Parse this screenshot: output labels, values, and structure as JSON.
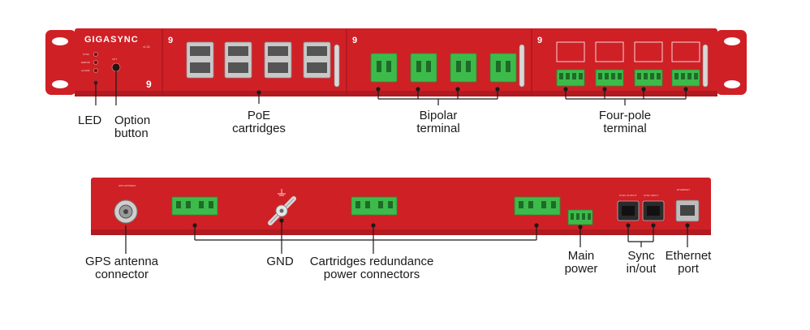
{
  "brand": {
    "name": "GIGASYNC",
    "model": "v1.30",
    "mark": "9"
  },
  "colors": {
    "chassis": "#cf2026",
    "chassis_dark": "#b01a20",
    "terminal_green": "#3dbb4a",
    "text": "#1a1a1a"
  },
  "front_panel": {
    "led_labels": [
      "SYNC",
      "ERROR",
      "ALARM"
    ],
    "option_label": "OPT",
    "callouts": {
      "led": "LED",
      "option_line1": "Option",
      "option_line2": "button",
      "poe_line1": "PoE",
      "poe_line2": "cartridges",
      "bipolar_line1": "Bipolar",
      "bipolar_line2": "terminal",
      "fourpole_line1": "Four-pole",
      "fourpole_line2": "terminal"
    }
  },
  "rear_panel": {
    "gps_label": "GPS ANTENNA",
    "sync_out_label": "SYNC OUTPUT",
    "sync_in_label": "SYNC INPUT",
    "ethernet_label": "ETHERNET",
    "callouts": {
      "gps_line1": "GPS antenna",
      "gps_line2": "connector",
      "gnd": "GND",
      "redundance_line1": "Cartridges redundance",
      "redundance_line2": "power connectors",
      "main_line1": "Main",
      "main_line2": "power",
      "sync_line1": "Sync",
      "sync_line2": "in/out",
      "ethernet_line1": "Ethernet",
      "ethernet_line2": "port"
    }
  }
}
